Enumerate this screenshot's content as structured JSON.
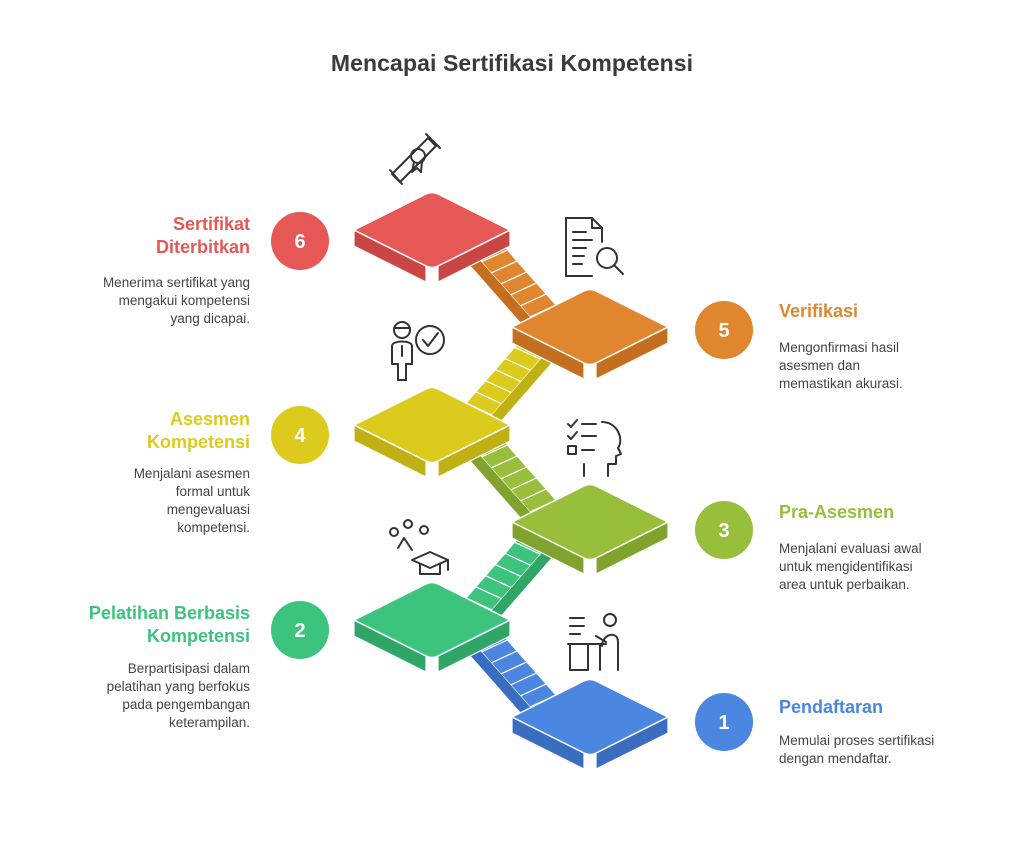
{
  "title": "Mencapai Sertifikasi Kompetensi",
  "steps": [
    {
      "number": "1",
      "title": "Pendaftaran",
      "desc": [
        "Memulai proses sertifikasi",
        "dengan mendaftar."
      ],
      "color": "#4b86e0",
      "dark": "#3a6cc0",
      "icon": "desk-person-icon"
    },
    {
      "number": "2",
      "title": [
        "Pelatihan Berbasis",
        "Kompetensi"
      ],
      "desc": [
        "Berpartisipasi dalam",
        "pelatihan yang berfokus",
        "pada pengembangan",
        "keterampilan."
      ],
      "color": "#3cc37e",
      "dark": "#2fa668",
      "icon": "graduation-ideas-icon"
    },
    {
      "number": "3",
      "title": "Pra-Asesmen",
      "desc": [
        "Menjalani evaluasi awal",
        "untuk mengidentifikasi",
        "area untuk perbaikan."
      ],
      "color": "#97bf3b",
      "dark": "#7fa32c",
      "icon": "checklist-head-icon"
    },
    {
      "number": "4",
      "title": [
        "Asesmen",
        "Kompetensi"
      ],
      "desc": [
        "Menjalani asesmen",
        "formal untuk",
        "mengevaluasi",
        "kompetensi."
      ],
      "color": "#dccb1d",
      "dark": "#c1b014",
      "icon": "person-check-icon"
    },
    {
      "number": "5",
      "title": "Verifikasi",
      "desc": [
        "Mengonfirmasi hasil",
        "asesmen dan",
        "memastikan akurasi."
      ],
      "color": "#e0862e",
      "dark": "#c46f1f",
      "icon": "document-search-icon"
    },
    {
      "number": "6",
      "title": [
        "Sertifikat",
        "Diterbitkan"
      ],
      "desc": [
        "Menerima sertifikat yang",
        "mengakui kompetensi",
        "yang dicapai."
      ],
      "color": "#e65856",
      "dark": "#c94644",
      "icon": "diploma-icon"
    }
  ]
}
